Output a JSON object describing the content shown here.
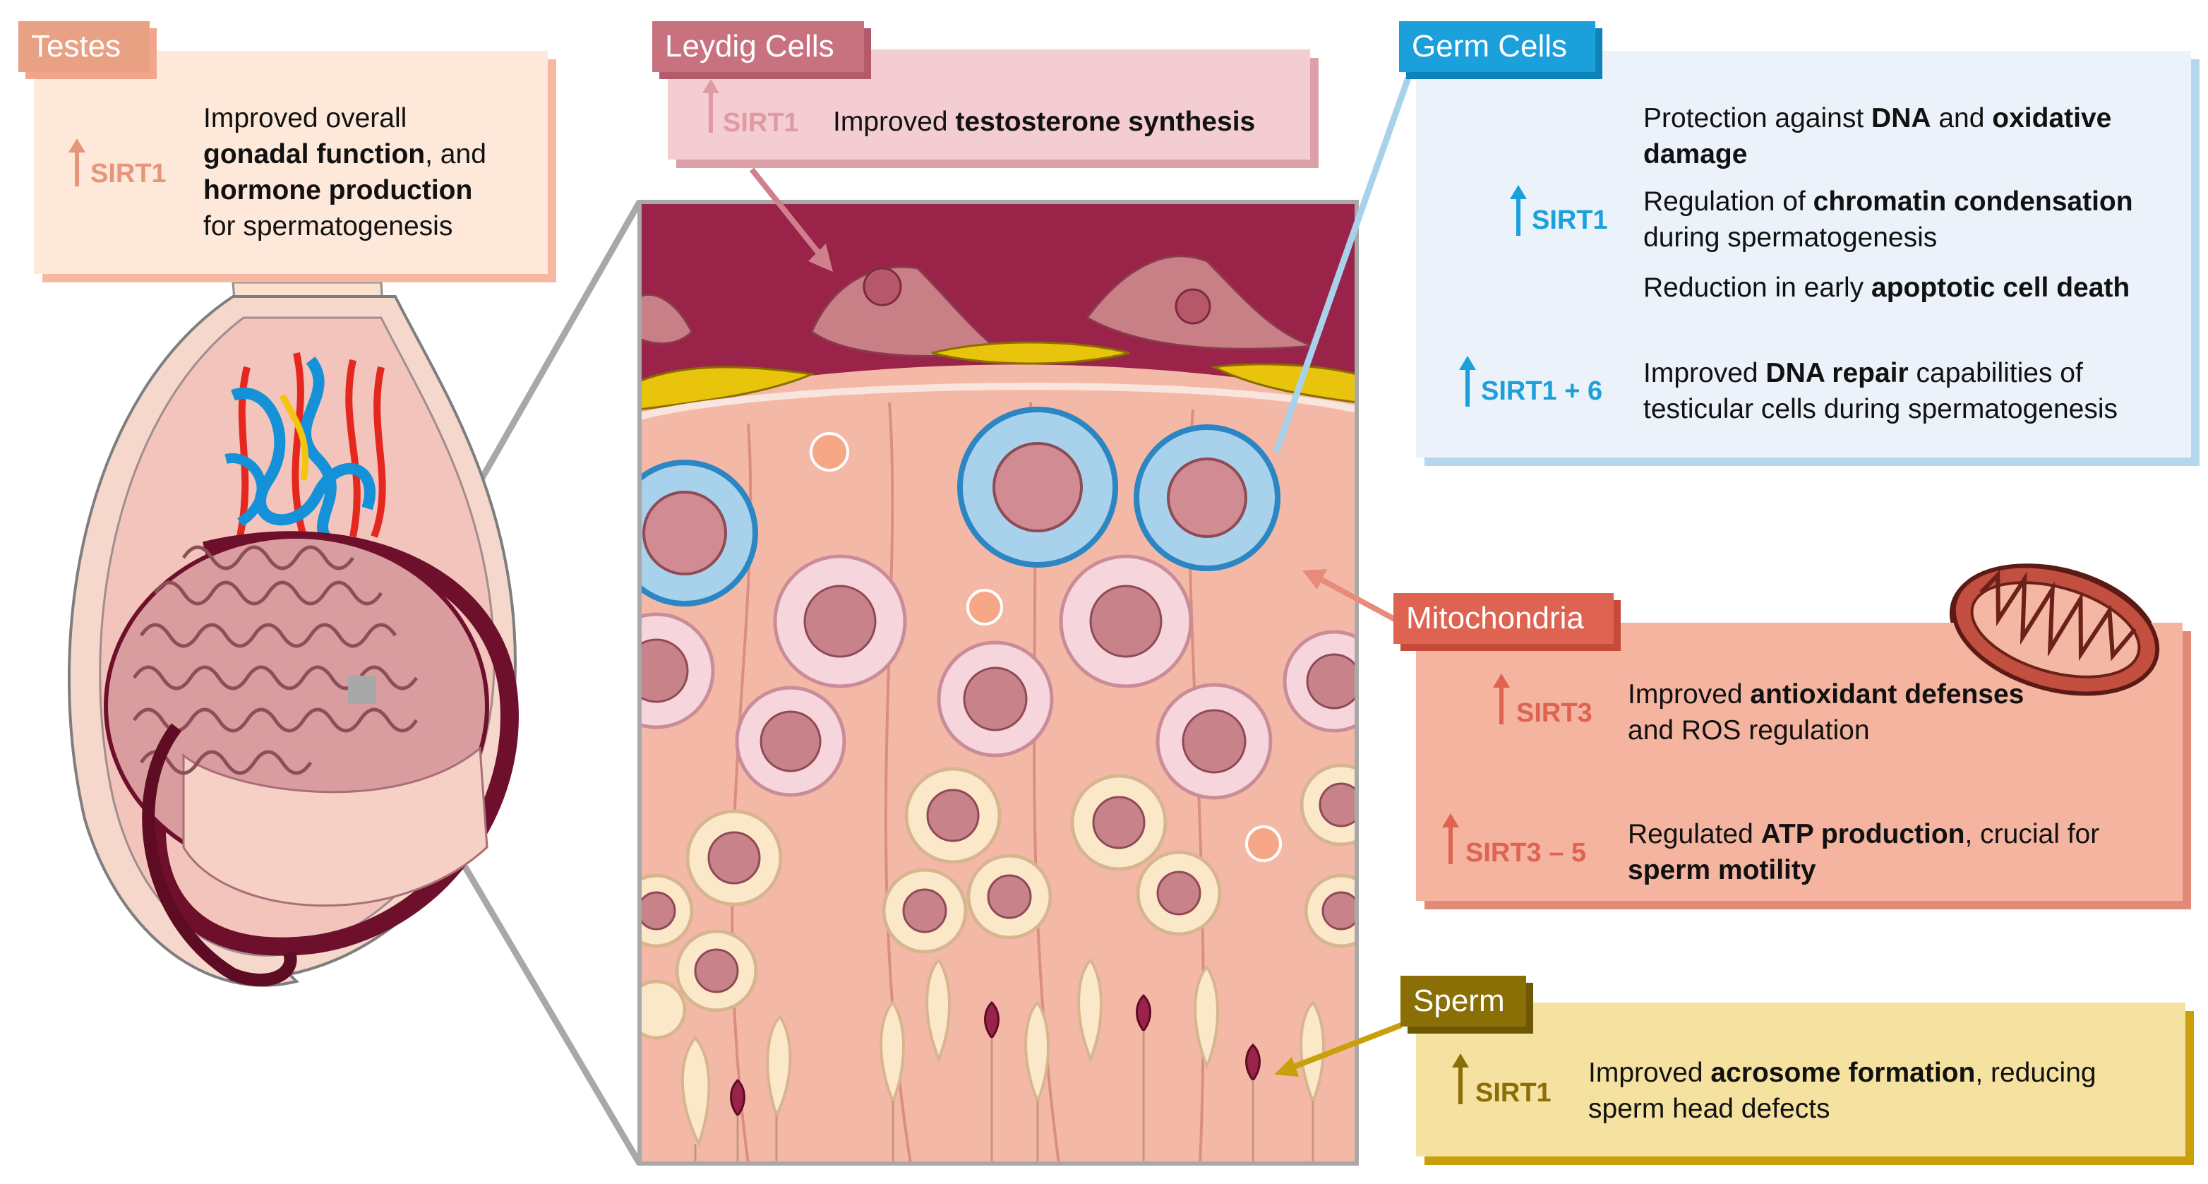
{
  "testes": {
    "title": "Testes",
    "sirt": "SIRT1",
    "l1": "Improved overall",
    "l2a": "gonadal function",
    "l2b": ", and",
    "l3": "hormone production",
    "l4": "for spermatogenesis"
  },
  "leydig": {
    "title": "Leydig Cells",
    "sirt": "SIRT1",
    "t1": "Improved ",
    "t2": "testosterone synthesis"
  },
  "germ": {
    "title": "Germ Cells",
    "sirt1": "SIRT1",
    "sirt16": "SIRT1 + 6",
    "p1a": "Protection against ",
    "p1b": "DNA",
    "p1c": " and ",
    "p1d": "oxidative",
    "p1e": "damage",
    "p2a": "Regulation of ",
    "p2b": "chromatin condensation",
    "p2c": "during spermatogenesis",
    "p3a": "Reduction in early ",
    "p3b": "apoptotic cell death",
    "p4a": "Improved ",
    "p4b": "DNA repair",
    "p4c": " capabilities of",
    "p4d": "testicular cells during spermatogenesis"
  },
  "mito": {
    "title": "Mitochondria",
    "sirt3": "SIRT3",
    "sirt35": "SIRT3 – 5",
    "p1a": "Improved ",
    "p1b": "antioxidant defenses",
    "p1c": "and ROS regulation",
    "p2a": "Regulated ",
    "p2b": "ATP production",
    "p2c": ", crucial for",
    "p2d": "sperm motility"
  },
  "sperm": {
    "title": "Sperm",
    "sirt": "SIRT1",
    "p1a": "Improved ",
    "p1b": "acrosome formation",
    "p1c": ", reducing",
    "p1d": "sperm head defects"
  },
  "colors": {
    "testes": "#e8a58a",
    "leydig": "#c9727f",
    "germ": "#1ba0dc",
    "mito": "#de6350",
    "sperm": "#9a7a07",
    "tubule_bg": "#f4b9a6"
  }
}
